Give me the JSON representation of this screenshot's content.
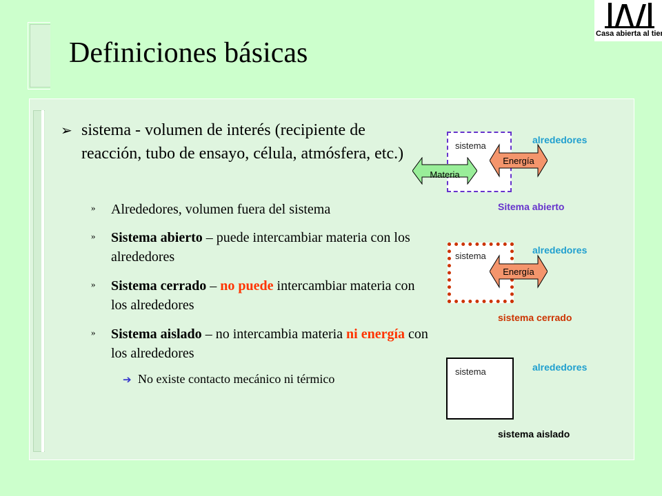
{
  "title": "Definiciones básicas",
  "logo": {
    "text": "Casa abierta al tiempo"
  },
  "main_bullet": "sistema - volumen de interés (recipiente de reacción, tubo de ensayo, célula, atmósfera, etc.)",
  "sub_items": [
    {
      "bold": "",
      "plain": "Alrededores, volumen fuera del sistema"
    },
    {
      "bold": "Sistema abierto",
      "plain": " – puede intercambiar materia con los alrededores"
    },
    {
      "bold": "Sistema cerrado",
      "plain_before": " – ",
      "red": "no puede",
      "plain": " intercambiar materia con los alrededores"
    },
    {
      "bold": "Sistema aislado",
      "plain_before": " – no intercambia materia ",
      "red": "ni energía",
      "plain": " con los alrededores"
    }
  ],
  "sub_sub_item": "No existe contacto mecánico ni térmico",
  "diagram": {
    "system_label": "sistema",
    "surroundings_label": "alrededores",
    "energy_label": "Energía",
    "matter_label": "Materia",
    "open_caption": "Sitema abierto",
    "closed_caption": "sistema cerrado",
    "isolated_caption": "sistema aislado"
  },
  "colors": {
    "background": "#ccffcc",
    "emphasis_red": "#ff3300",
    "surroundings_blue": "#1f9fcf",
    "open_purple": "#6633cc",
    "closed_red": "#cc3300",
    "energy_arrow": "#f4956c",
    "matter_arrow": "#99ee99"
  }
}
